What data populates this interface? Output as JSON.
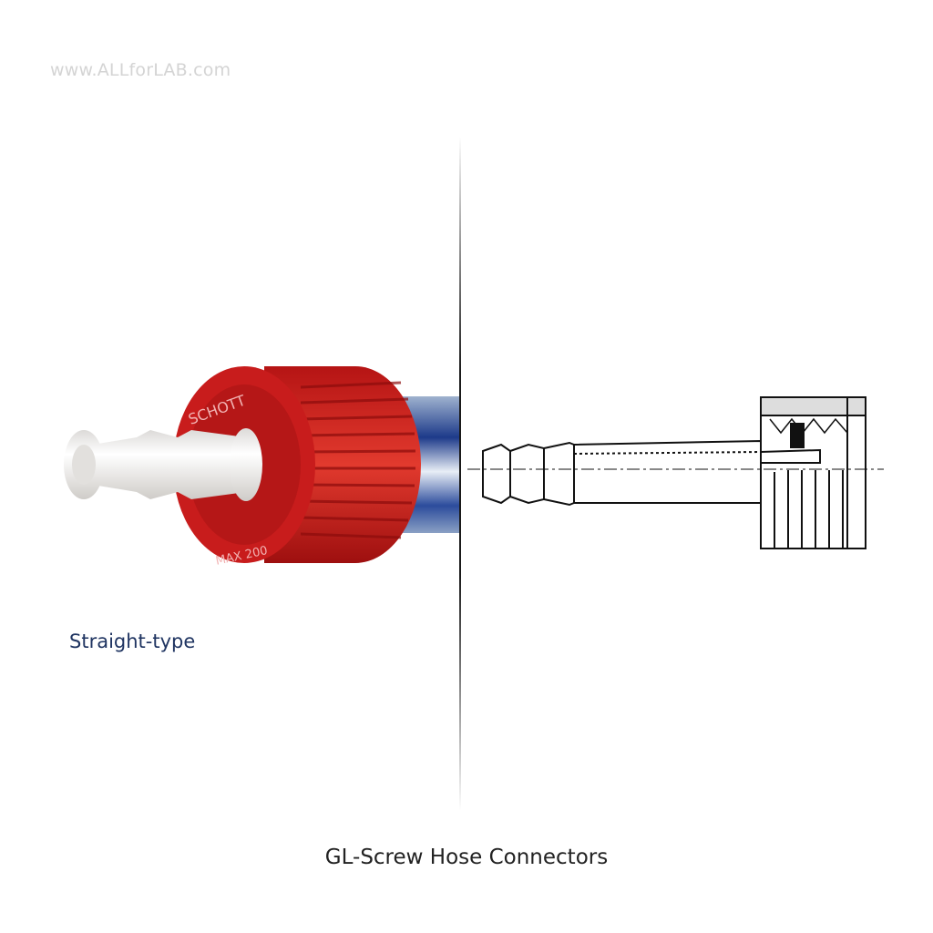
{
  "watermark": "www.ALLforLAB.com",
  "photo": {
    "cap_brand_text": "SCHOTT",
    "cap_rating_text": "MAX 200",
    "cap_color": "#d21f1f",
    "hose_color": "#f2f0ee"
  },
  "caption_left": "Straight-type",
  "caption_bottom": "GL-Screw Hose Connectors"
}
